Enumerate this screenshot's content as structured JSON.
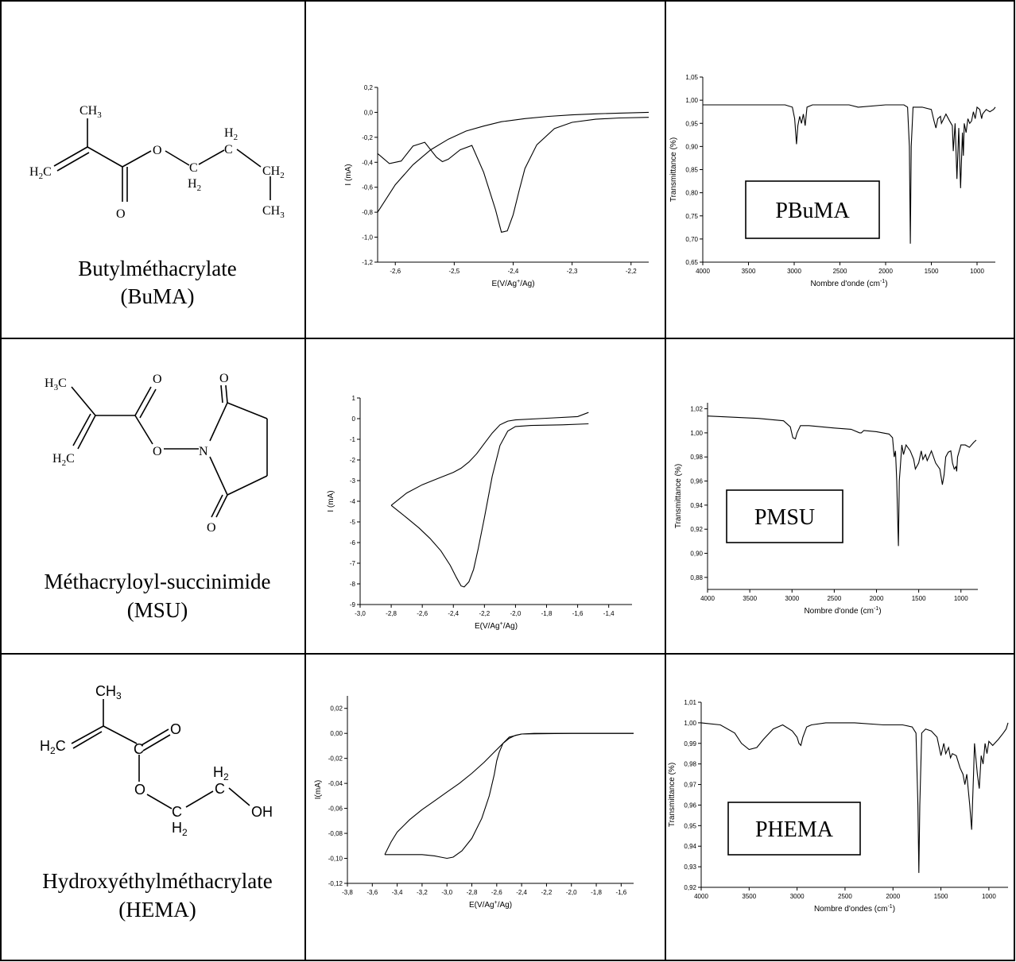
{
  "rows": [
    {
      "monomer_name": "Butylméthacrylate",
      "monomer_abbr": "(BuMA)",
      "atoms": {
        "ch3_top": "CH",
        "h2c": "H",
        "ch2_top": "H",
        "ch2_bottom": "H",
        "o_ester": "O",
        "o_carbonyl": "O",
        "c_a": "C",
        "c_b": "C",
        "ch2_right": "CH",
        "ch3_end": "CH",
        "sub3": "3",
        "sub2": "2"
      },
      "polymer_label": "PBuMA"
    },
    {
      "monomer_name": "Méthacryloyl-succinimide",
      "monomer_abbr": "(MSU)",
      "atoms": {
        "h3c": "H",
        "h2c": "H",
        "o_top": "O",
        "o_ester": "O",
        "n": "N",
        "o_ring_top": "O",
        "o_ring_bottom": "O",
        "sub3": "3",
        "sub2": "2",
        "c": "C"
      },
      "polymer_label": "PMSU"
    },
    {
      "monomer_name": "Hydroxyéthylméthacrylate",
      "monomer_abbr": "(HEMA)",
      "atoms": {
        "ch3": "CH",
        "sub3": "3",
        "h2c": "H",
        "sub2": "2",
        "c": "C",
        "o_carbonyl": "O",
        "o_ester": "O",
        "h2_top": "H",
        "h2_bottom": "H",
        "oh": "OH"
      },
      "polymer_label": "PHEMA"
    }
  ],
  "chart_data": [
    {
      "type": "line",
      "chart_id": "cv-buma",
      "xlabel": "E(V/Ag+/Ag)",
      "ylabel": "I (mA)",
      "xlim": [
        -2.63,
        -2.17
      ],
      "ylim": [
        -1.2,
        0.2
      ],
      "xticks": [
        -2.6,
        -2.5,
        -2.4,
        -2.3,
        -2.2
      ],
      "xtick_labels": [
        "-2,6",
        "-2,5",
        "-2,4",
        "-2,3",
        "-2,2"
      ],
      "yticks": [
        0.2,
        0.0,
        -0.2,
        -0.4,
        -0.6,
        -0.8,
        -1.0,
        -1.2
      ],
      "ytick_labels": [
        "0,2",
        "0,0",
        "-0,2",
        "-0,4",
        "-0,6",
        "-0,8",
        "-1,0",
        "-1,2"
      ],
      "series": [
        {
          "x": [
            -2.17,
            -2.22,
            -2.26,
            -2.3,
            -2.33,
            -2.36,
            -2.38,
            -2.39,
            -2.4,
            -2.41,
            -2.42,
            -2.43,
            -2.45,
            -2.47,
            -2.49,
            -2.51,
            -2.52,
            -2.53,
            -2.55,
            -2.57,
            -2.59,
            -2.61,
            -2.63
          ],
          "y": [
            -0.04,
            -0.045,
            -0.055,
            -0.08,
            -0.13,
            -0.26,
            -0.45,
            -0.63,
            -0.82,
            -0.95,
            -0.96,
            -0.78,
            -0.48,
            -0.265,
            -0.3,
            -0.375,
            -0.395,
            -0.36,
            -0.24,
            -0.27,
            -0.39,
            -0.41,
            -0.33
          ]
        },
        {
          "x": [
            -2.63,
            -2.6,
            -2.57,
            -2.54,
            -2.51,
            -2.48,
            -2.45,
            -2.42,
            -2.38,
            -2.34,
            -2.3,
            -2.26,
            -2.22,
            -2.17
          ],
          "y": [
            -0.8,
            -0.58,
            -0.42,
            -0.3,
            -0.215,
            -0.15,
            -0.11,
            -0.075,
            -0.05,
            -0.032,
            -0.02,
            -0.012,
            -0.006,
            0.0
          ]
        }
      ]
    },
    {
      "type": "line",
      "chart_id": "ir-pbuma",
      "xlabel": "Nombre d'onde (cm-1)",
      "ylabel": "Transmittance (%)",
      "xlim": [
        4000,
        800
      ],
      "ylim": [
        0.65,
        1.05
      ],
      "xticks": [
        4000,
        3500,
        3000,
        2500,
        2000,
        1500,
        1000
      ],
      "xtick_labels": [
        "4000",
        "3500",
        "3000",
        "2500",
        "2000",
        "1500",
        "1000"
      ],
      "yticks": [
        0.65,
        0.7,
        0.75,
        0.8,
        0.85,
        0.9,
        0.95,
        1.0,
        1.05
      ],
      "ytick_labels": [
        "0,65",
        "0,70",
        "0,75",
        "0,80",
        "0,85",
        "0,90",
        "0,95",
        "1,00",
        "1,05"
      ],
      "series": [
        {
          "x": [
            4000,
            3600,
            3100,
            3020,
            2995,
            2975,
            2960,
            2940,
            2920,
            2900,
            2880,
            2860,
            2800,
            2400,
            2300,
            2000,
            1800,
            1760,
            1740,
            1730,
            1720,
            1700,
            1600,
            1500,
            1470,
            1450,
            1430,
            1400,
            1390,
            1340,
            1300,
            1270,
            1260,
            1240,
            1220,
            1200,
            1180,
            1160,
            1150,
            1140,
            1120,
            1100,
            1080,
            1060,
            1040,
            1020,
            1000,
            970,
            950,
            940,
            900,
            860,
            820,
            800
          ],
          "y": [
            0.99,
            0.99,
            0.99,
            0.985,
            0.96,
            0.905,
            0.945,
            0.965,
            0.95,
            0.97,
            0.945,
            0.985,
            0.99,
            0.99,
            0.985,
            0.99,
            0.99,
            0.985,
            0.9,
            0.69,
            0.9,
            0.985,
            0.985,
            0.98,
            0.955,
            0.94,
            0.96,
            0.965,
            0.95,
            0.97,
            0.955,
            0.945,
            0.89,
            0.95,
            0.83,
            0.94,
            0.81,
            0.93,
            0.88,
            0.95,
            0.93,
            0.96,
            0.95,
            0.955,
            0.975,
            0.96,
            0.985,
            0.98,
            0.96,
            0.97,
            0.98,
            0.975,
            0.98,
            0.985
          ]
        }
      ]
    },
    {
      "type": "line",
      "chart_id": "cv-msu",
      "xlabel": "E(V/Ag+/Ag)",
      "ylabel": "I (mA)",
      "xlim": [
        -3.0,
        -1.25
      ],
      "ylim": [
        -9,
        1
      ],
      "xticks": [
        -3.0,
        -2.8,
        -2.6,
        -2.4,
        -2.2,
        -2.0,
        -1.8,
        -1.6,
        -1.4
      ],
      "xtick_labels": [
        "-3,0",
        "-2,8",
        "-2,6",
        "-2,4",
        "-2,2",
        "-2,0",
        "-1,8",
        "-1,6",
        "-1,4"
      ],
      "yticks": [
        1,
        0,
        -1,
        -2,
        -3,
        -4,
        -5,
        -6,
        -7,
        -8,
        -9
      ],
      "ytick_labels": [
        "1",
        "0",
        "-1",
        "-2",
        "-3",
        "-4",
        "-5",
        "-6",
        "-7",
        "-8",
        "-9"
      ],
      "series": [
        {
          "x": [
            -1.53,
            -1.7,
            -1.9,
            -2.0,
            -2.05,
            -2.1,
            -2.15,
            -2.2,
            -2.24,
            -2.27,
            -2.3,
            -2.33,
            -2.35,
            -2.38,
            -2.42,
            -2.48,
            -2.55,
            -2.62,
            -2.7,
            -2.8
          ],
          "y": [
            -0.25,
            -0.3,
            -0.33,
            -0.38,
            -0.6,
            -1.3,
            -2.8,
            -4.8,
            -6.3,
            -7.3,
            -7.9,
            -8.15,
            -8.1,
            -7.7,
            -7.1,
            -6.4,
            -5.8,
            -5.3,
            -4.8,
            -4.2
          ]
        },
        {
          "x": [
            -2.8,
            -2.7,
            -2.6,
            -2.5,
            -2.4,
            -2.35,
            -2.3,
            -2.25,
            -2.2,
            -2.15,
            -2.1,
            -2.05,
            -2.0,
            -1.8,
            -1.6,
            -1.53
          ],
          "y": [
            -4.2,
            -3.6,
            -3.2,
            -2.9,
            -2.6,
            -2.4,
            -2.1,
            -1.7,
            -1.2,
            -0.7,
            -0.3,
            -0.12,
            -0.06,
            0.02,
            0.1,
            0.3
          ]
        }
      ]
    },
    {
      "type": "line",
      "chart_id": "ir-pmsu",
      "xlabel": "Nombre d'onde (cm-1)",
      "ylabel": "Transmittance (%)",
      "xlim": [
        4000,
        800
      ],
      "ylim": [
        0.87,
        1.025
      ],
      "xticks": [
        4000,
        3500,
        3000,
        2500,
        2000,
        1500,
        1000
      ],
      "xtick_labels": [
        "4000",
        "3500",
        "3000",
        "2500",
        "2000",
        "1500",
        "1000"
      ],
      "yticks": [
        0.88,
        0.9,
        0.92,
        0.94,
        0.96,
        0.98,
        1.0,
        1.02
      ],
      "ytick_labels": [
        "0,88",
        "0,90",
        "0,92",
        "0,94",
        "0,96",
        "0,98",
        "1,00",
        "1,02"
      ],
      "series": [
        {
          "x": [
            4000,
            3700,
            3400,
            3100,
            3020,
            2990,
            2960,
            2940,
            2900,
            2800,
            2500,
            2300,
            2200,
            2180,
            2150,
            2000,
            1850,
            1810,
            1790,
            1775,
            1760,
            1750,
            1740,
            1730,
            1720,
            1700,
            1680,
            1650,
            1600,
            1560,
            1540,
            1500,
            1470,
            1450,
            1420,
            1400,
            1380,
            1350,
            1300,
            1250,
            1220,
            1200,
            1180,
            1150,
            1120,
            1100,
            1080,
            1060,
            1050,
            1040,
            1000,
            950,
            900,
            850,
            820
          ],
          "y": [
            1.014,
            1.013,
            1.012,
            1.01,
            1.005,
            0.996,
            0.995,
            1.0,
            1.006,
            1.006,
            1.004,
            1.003,
            1.0,
            1.0,
            1.002,
            1.001,
            0.999,
            0.996,
            0.98,
            0.985,
            0.96,
            0.93,
            0.906,
            0.96,
            0.97,
            0.99,
            0.982,
            0.99,
            0.985,
            0.978,
            0.97,
            0.975,
            0.985,
            0.978,
            0.982,
            0.977,
            0.98,
            0.985,
            0.975,
            0.97,
            0.957,
            0.965,
            0.98,
            0.984,
            0.985,
            0.975,
            0.97,
            0.972,
            0.968,
            0.98,
            0.99,
            0.99,
            0.988,
            0.992,
            0.994
          ]
        }
      ]
    },
    {
      "type": "line",
      "chart_id": "cv-hema",
      "xlabel": "E(V/Ag+/Ag)",
      "ylabel": "I(mA)",
      "xlim": [
        -3.8,
        -1.5
      ],
      "ylim": [
        -0.12,
        0.03
      ],
      "xticks": [
        -3.8,
        -3.6,
        -3.4,
        -3.2,
        -3.0,
        -2.8,
        -2.6,
        -2.4,
        -2.2,
        -2.0,
        -1.8,
        -1.6
      ],
      "xtick_labels": [
        "-3,8",
        "-3,6",
        "-3,4",
        "-3,2",
        "-3,0",
        "-2,8",
        "-2,6",
        "-2,4",
        "-2,2",
        "-2,0",
        "-1,8",
        "-1,6"
      ],
      "yticks": [
        0.02,
        0.0,
        -0.02,
        -0.04,
        -0.06,
        -0.08,
        -0.1,
        -0.12
      ],
      "ytick_labels": [
        "0,02",
        "0,00",
        "-0,02",
        "-0,04",
        "-0,06",
        "-0,08",
        "-0,10",
        "-0,12"
      ],
      "series": [
        {
          "x": [
            -1.5,
            -2.0,
            -2.4,
            -2.5,
            -2.55,
            -2.58,
            -2.6,
            -2.62,
            -2.66,
            -2.72,
            -2.8,
            -2.88,
            -2.95,
            -3.0,
            -3.05,
            -3.1,
            -3.2,
            -3.35,
            -3.5
          ],
          "y": [
            0.0,
            0.0,
            -0.0005,
            -0.003,
            -0.008,
            -0.015,
            -0.022,
            -0.033,
            -0.05,
            -0.068,
            -0.084,
            -0.094,
            -0.099,
            -0.1,
            -0.099,
            -0.098,
            -0.097,
            -0.097,
            -0.097
          ]
        },
        {
          "x": [
            -3.5,
            -3.45,
            -3.4,
            -3.3,
            -3.2,
            -3.1,
            -3.0,
            -2.9,
            -2.8,
            -2.7,
            -2.62,
            -2.55,
            -2.5,
            -2.45,
            -2.4,
            -2.3,
            -2.0,
            -1.5
          ],
          "y": [
            -0.097,
            -0.087,
            -0.079,
            -0.069,
            -0.061,
            -0.054,
            -0.047,
            -0.04,
            -0.032,
            -0.023,
            -0.015,
            -0.008,
            -0.004,
            -0.0015,
            -0.0005,
            0.0,
            0.0,
            0.0
          ]
        }
      ]
    },
    {
      "type": "line",
      "chart_id": "ir-phema",
      "xlabel": "Nombre d'ondes (cm-1)",
      "ylabel": "Transmittance (%)",
      "xlim": [
        4000,
        800
      ],
      "ylim": [
        0.92,
        1.01
      ],
      "xticks": [
        4000,
        3500,
        3000,
        2500,
        2000,
        1500,
        1000
      ],
      "xtick_labels": [
        "4000",
        "3500",
        "3000",
        "2500",
        "2000",
        "1500",
        "1000"
      ],
      "yticks": [
        0.92,
        0.93,
        0.94,
        0.95,
        0.96,
        0.97,
        0.98,
        0.99,
        1.0,
        1.01
      ],
      "ytick_labels": [
        "0,92",
        "0,93",
        "0,94",
        "0,95",
        "0,96",
        "0,97",
        "0,98",
        "0,99",
        "1,00",
        "1,01"
      ],
      "series": [
        {
          "x": [
            4000,
            3800,
            3650,
            3580,
            3500,
            3420,
            3350,
            3250,
            3150,
            3050,
            3000,
            2980,
            2960,
            2940,
            2900,
            2850,
            2700,
            2400,
            2100,
            1900,
            1800,
            1760,
            1740,
            1730,
            1720,
            1700,
            1660,
            1600,
            1540,
            1500,
            1470,
            1450,
            1420,
            1400,
            1380,
            1340,
            1300,
            1270,
            1250,
            1230,
            1200,
            1180,
            1160,
            1150,
            1120,
            1100,
            1080,
            1060,
            1040,
            1020,
            1000,
            960,
            900,
            850,
            820,
            800
          ],
          "y": [
            1.0,
            0.999,
            0.995,
            0.99,
            0.987,
            0.988,
            0.992,
            0.997,
            0.999,
            0.996,
            0.993,
            0.99,
            0.989,
            0.993,
            0.998,
            0.999,
            1.0,
            1.0,
            0.999,
            0.999,
            0.998,
            0.995,
            0.96,
            0.927,
            0.96,
            0.995,
            0.997,
            0.996,
            0.993,
            0.984,
            0.99,
            0.985,
            0.988,
            0.983,
            0.985,
            0.984,
            0.978,
            0.975,
            0.97,
            0.975,
            0.96,
            0.948,
            0.975,
            0.99,
            0.975,
            0.968,
            0.984,
            0.98,
            0.99,
            0.985,
            0.991,
            0.989,
            0.992,
            0.995,
            0.997,
            1.0
          ]
        }
      ]
    }
  ]
}
